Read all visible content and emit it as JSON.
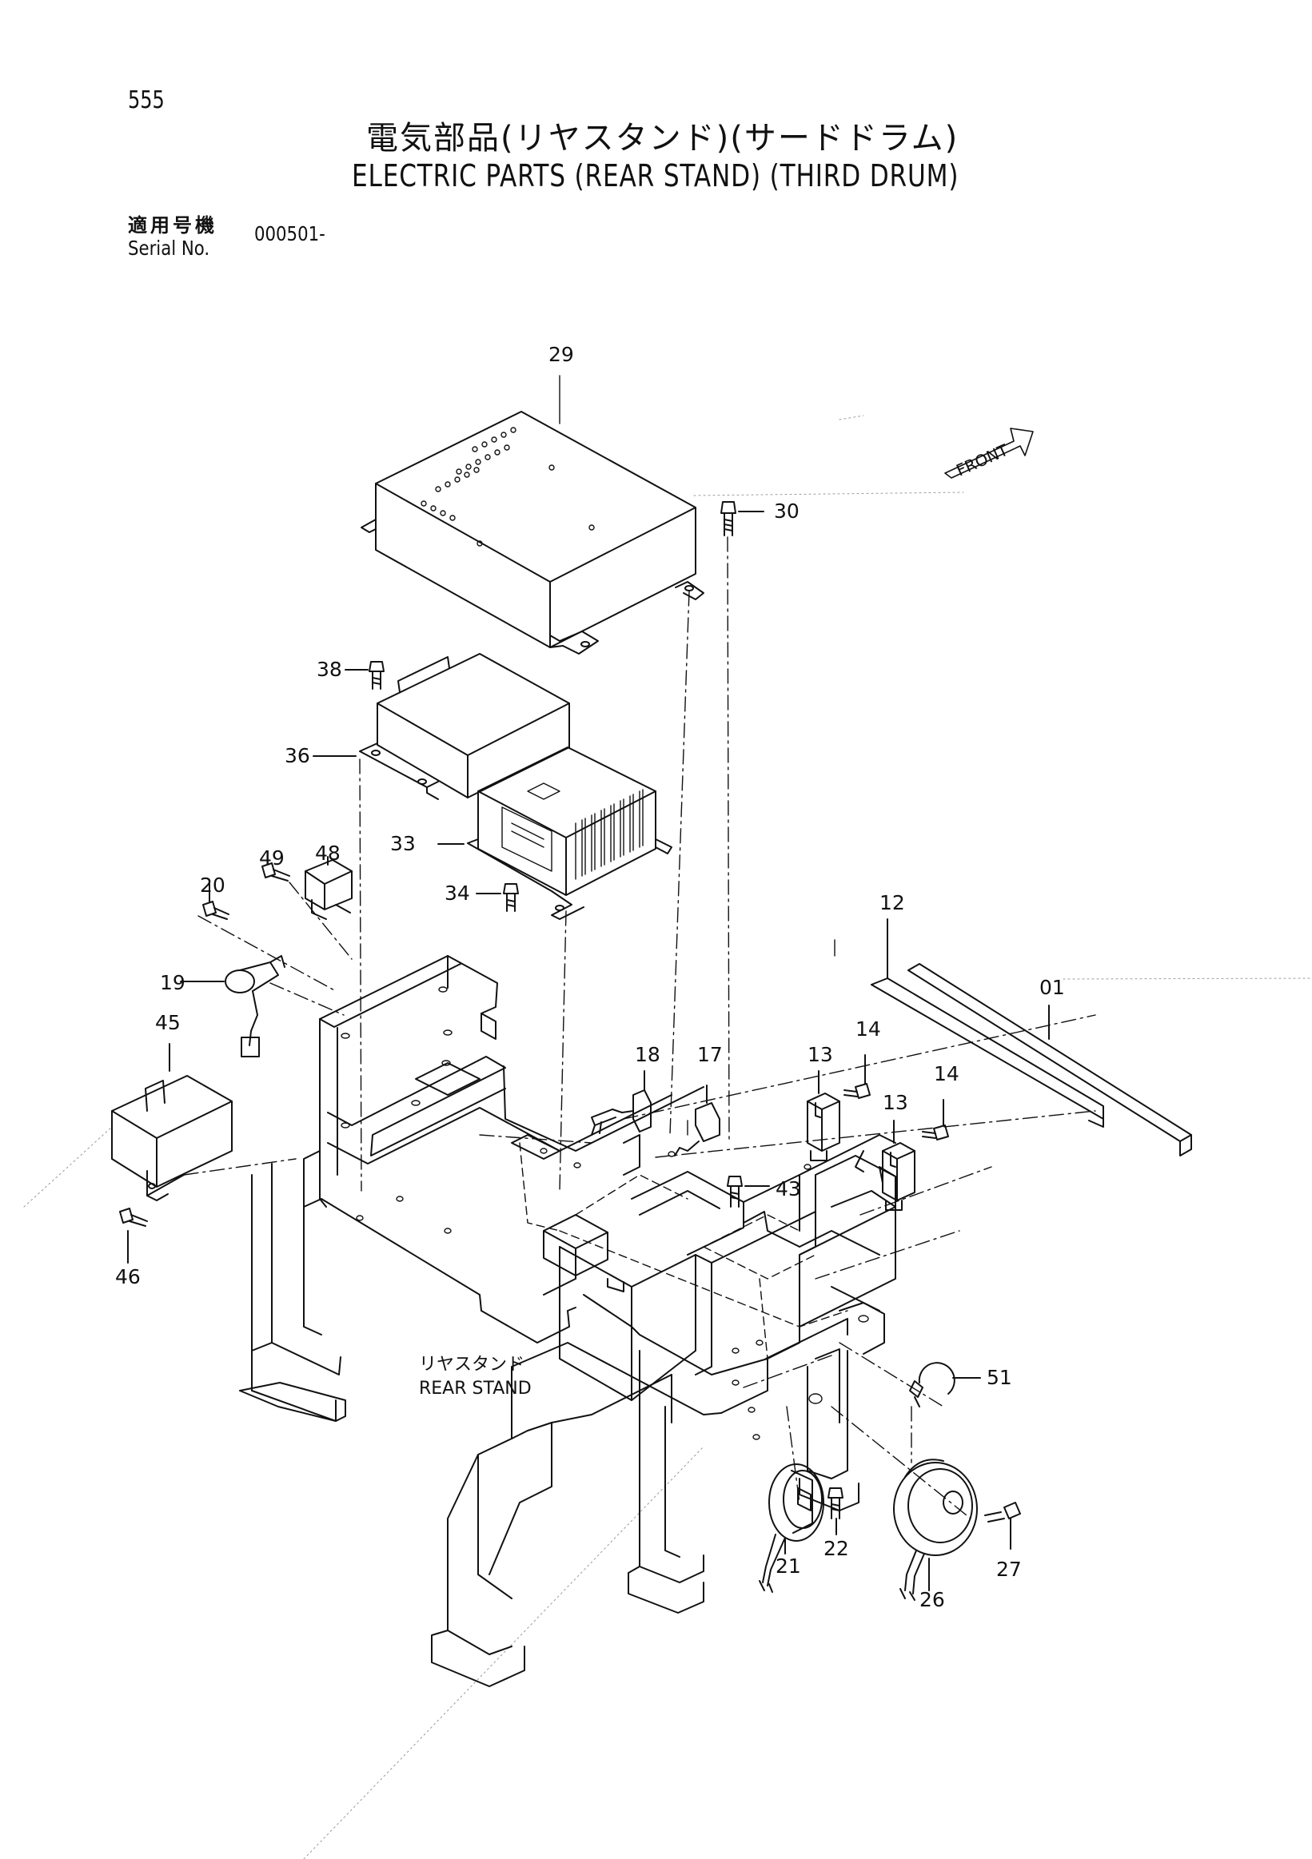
{
  "page_number": "555",
  "title_jp": "電気部品(リヤスタンド)(サードドラム)",
  "title_en": "ELECTRIC PARTS (REAR STAND) (THIRD DRUM)",
  "serial": {
    "label_jp": "適用号機",
    "label_en": "Serial No.",
    "value": "000501-"
  },
  "front_label": "FRONT",
  "stand_label": {
    "jp": "リヤスタンド",
    "en": "REAR STAND"
  },
  "part_numbers": {
    "p29": "29",
    "p30": "30",
    "p38": "38",
    "p36": "36",
    "p33": "33",
    "p34": "34",
    "p49": "49",
    "p48": "48",
    "p20": "20",
    "p19": "19",
    "p45": "45",
    "p46": "46",
    "p12": "12",
    "p01": "01",
    "p18": "18",
    "p17": "17",
    "p13a": "13",
    "p14a": "14",
    "p13b": "13",
    "p14b": "14",
    "p43": "43",
    "p51": "51",
    "p21": "21",
    "p22": "22",
    "p26": "26",
    "p27": "27"
  }
}
